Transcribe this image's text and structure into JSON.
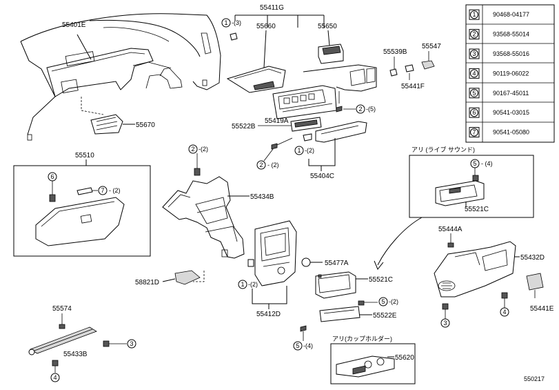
{
  "diagram_code": "550217",
  "part_labels": {
    "p55401E": "55401E",
    "p55411G": "55411G",
    "p55660": "55660",
    "p55650": "55650",
    "p55539B": "55539B",
    "p55547": "55547",
    "p55441F": "55441F",
    "p55670": "55670",
    "p55522B": "55522B",
    "p55419A": "55419A",
    "p55404C": "55404C",
    "p55510": "55510",
    "p55434B": "55434B",
    "p58821D": "58821D",
    "p55412D": "55412D",
    "p55477A": "55477A",
    "p55521C_a": "55521C",
    "p55521C_b": "55521C",
    "p55522E": "55522E",
    "p55444A": "55444A",
    "p55432D": "55432D",
    "p55441E": "55441E",
    "p55574": "55574",
    "p55433B": "55433B",
    "p55620": "55620"
  },
  "callouts": {
    "c1_top": {
      "num": "1",
      "qty": "-(3)"
    },
    "c5_top": {
      "num": "2",
      "qty": "-(5)"
    },
    "c2_mid": {
      "num": "2",
      "qty": "-(2)"
    },
    "c2_low": {
      "num": "2",
      "qty": "- (2)"
    },
    "c1_mid": {
      "num": "1",
      "qty": "-(2)"
    },
    "c6": {
      "num": "6"
    },
    "c7": {
      "num": "7",
      "qty": "- (2)"
    },
    "c1_low": {
      "num": "1",
      "qty": "-(2)"
    },
    "c5_right": {
      "num": "5",
      "qty": "-(2)"
    },
    "c5_bot": {
      "num": "5",
      "qty": "-(4)"
    },
    "c5_opt": {
      "num": "5",
      "qty": "- (4)"
    },
    "c3_left": {
      "num": "3"
    },
    "c4_left": {
      "num": "4"
    },
    "c3_right": {
      "num": "3"
    },
    "c4_right": {
      "num": "4"
    }
  },
  "option_boxes": {
    "live_sound": "アリ (ライブ サウンド)",
    "cup_holder": "アリ(カップホルダー)"
  },
  "fastener_table": [
    {
      "num": "1",
      "part": "90468-04177"
    },
    {
      "num": "2",
      "part": "93568-55014"
    },
    {
      "num": "3",
      "part": "93568-55016"
    },
    {
      "num": "4",
      "part": "90119-06022"
    },
    {
      "num": "5",
      "part": "90167-45011"
    },
    {
      "num": "6",
      "part": "90541-03015"
    },
    {
      "num": "7",
      "part": "90541-05080"
    }
  ]
}
